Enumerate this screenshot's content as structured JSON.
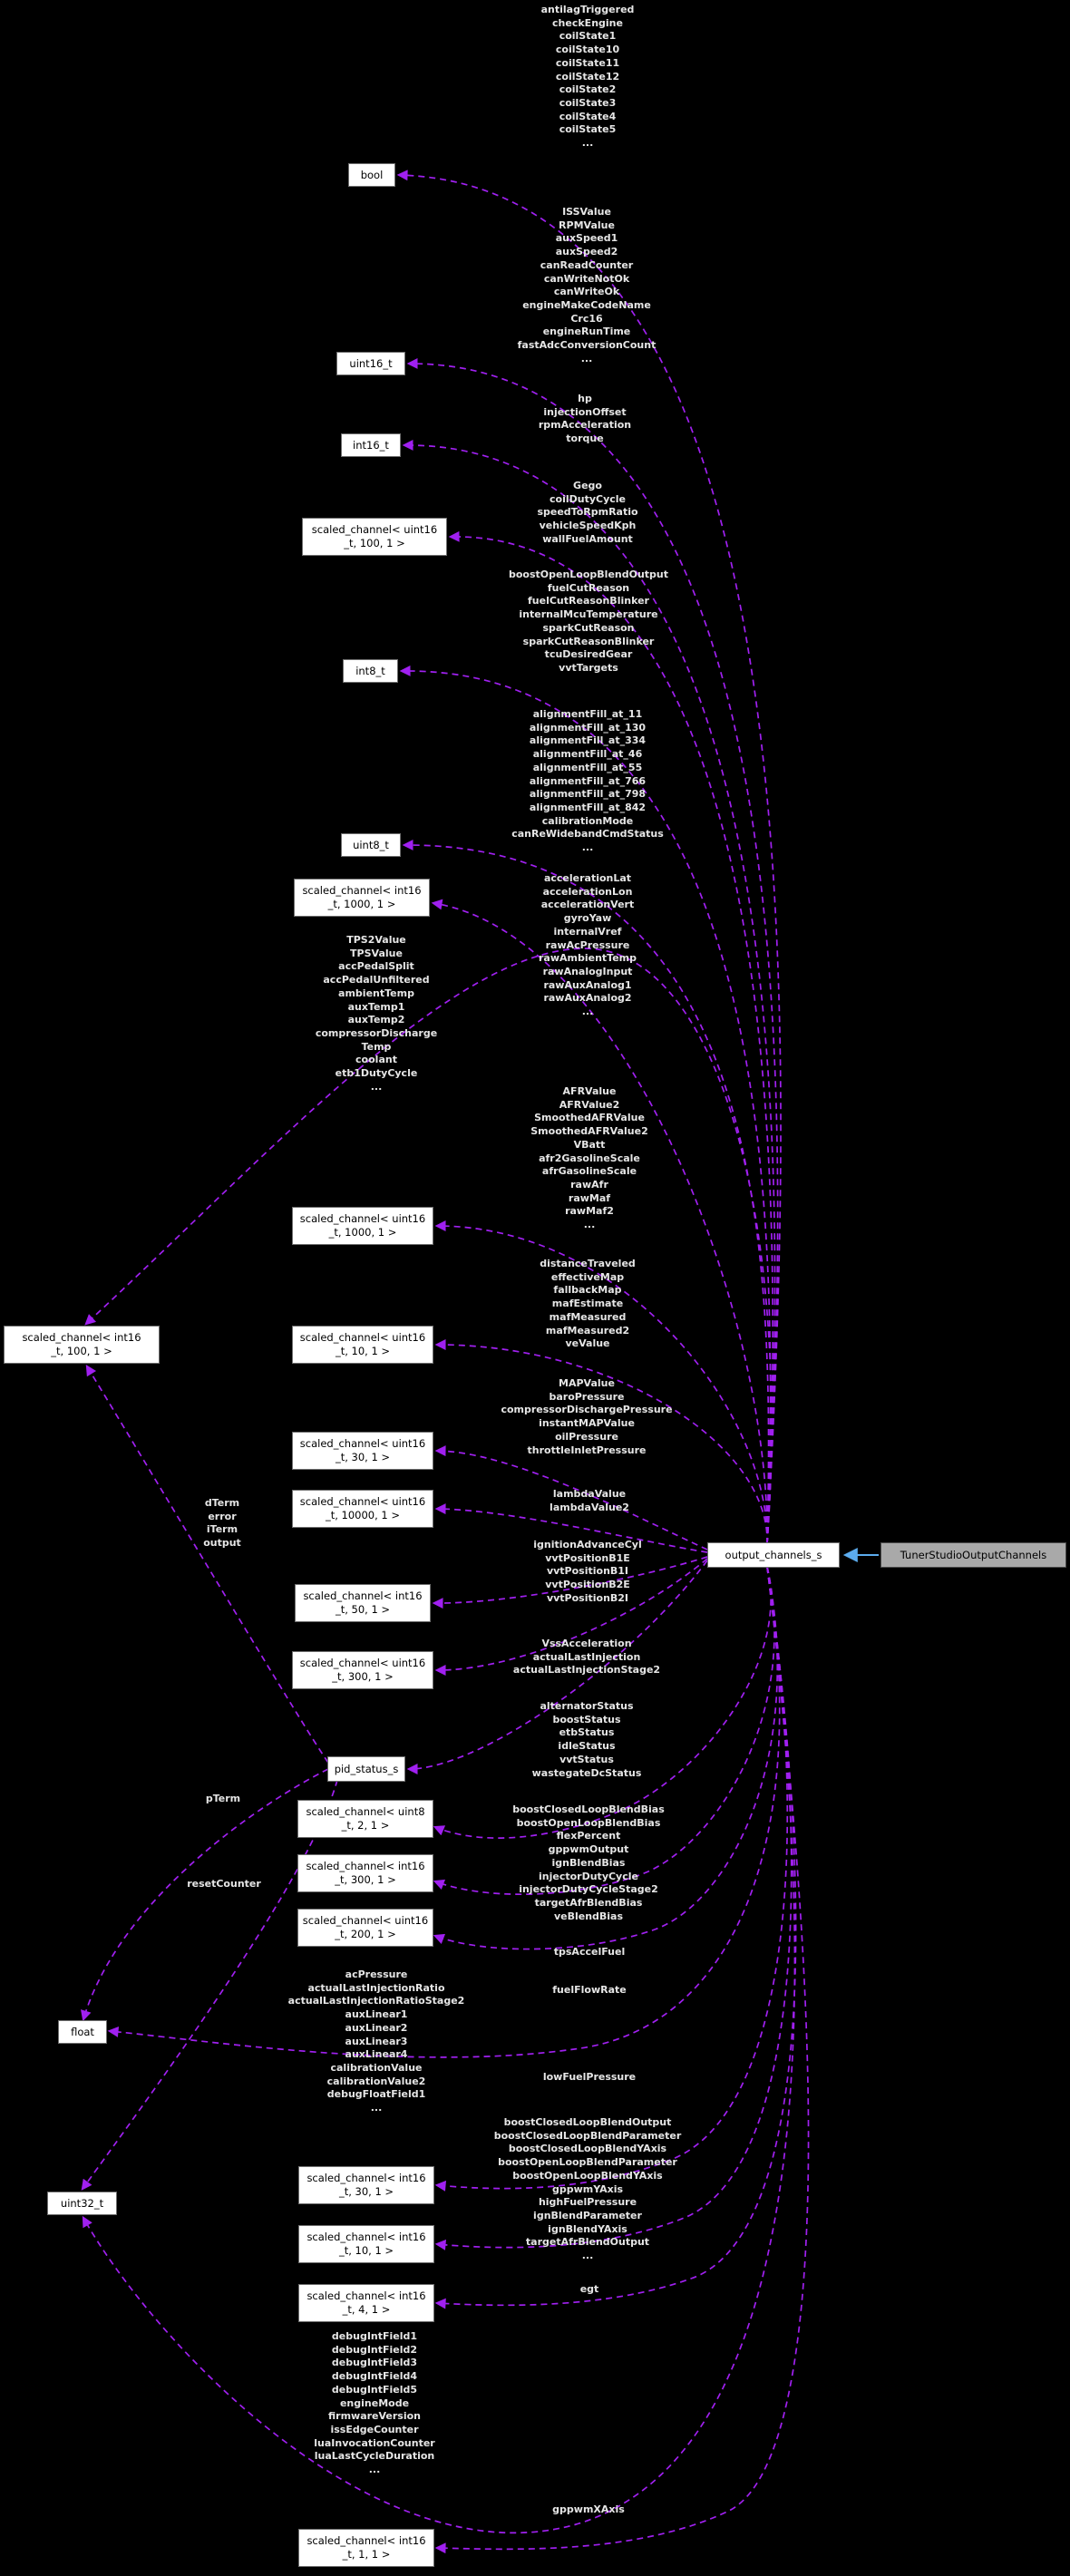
{
  "diagram": {
    "title": "Collaboration graph for output_channels_s",
    "colors": {
      "background": "#000000",
      "member_edge": "#a020f0",
      "inherit_edge": "#5cacee",
      "node_background": "#ffffff",
      "node_border": "#6f6f6f",
      "external_node_background": "#a9a9a9",
      "edge_label_text": "#e6e6e6",
      "node_text": "#000000"
    },
    "nodes": [
      {
        "id": "bool",
        "lines": [
          "bool"
        ]
      },
      {
        "id": "uint16_t",
        "lines": [
          "uint16_t"
        ]
      },
      {
        "id": "int16_t",
        "lines": [
          "int16_t"
        ]
      },
      {
        "id": "sc_uint16_100",
        "lines": [
          "scaled_channel< uint16",
          "_t, 100, 1 >"
        ]
      },
      {
        "id": "int8_t",
        "lines": [
          "int8_t"
        ]
      },
      {
        "id": "uint8_t",
        "lines": [
          "uint8_t"
        ]
      },
      {
        "id": "sc_int16_1000",
        "lines": [
          "scaled_channel< int16",
          "_t, 1000, 1 >"
        ]
      },
      {
        "id": "sc_uint16_1000",
        "lines": [
          "scaled_channel< uint16",
          "_t, 1000, 1 >"
        ]
      },
      {
        "id": "sc_uint16_10",
        "lines": [
          "scaled_channel< uint16",
          "_t, 10, 1 >"
        ]
      },
      {
        "id": "sc_int16_100",
        "lines": [
          "scaled_channel< int16",
          "_t, 100, 1 >"
        ]
      },
      {
        "id": "sc_uint16_30",
        "lines": [
          "scaled_channel< uint16",
          "_t, 30, 1 >"
        ]
      },
      {
        "id": "sc_uint16_10000",
        "lines": [
          "scaled_channel< uint16",
          "_t, 10000, 1 >"
        ]
      },
      {
        "id": "output_channels_s",
        "lines": [
          "output_channels_s"
        ]
      },
      {
        "id": "tunerstudio_output_channels",
        "lines": [
          "TunerStudioOutputChannels"
        ]
      },
      {
        "id": "sc_int16_50",
        "lines": [
          "scaled_channel< int16",
          "_t, 50, 1 >"
        ]
      },
      {
        "id": "sc_uint16_300",
        "lines": [
          "scaled_channel< uint16",
          "_t, 300, 1 >"
        ]
      },
      {
        "id": "pid_status_s",
        "lines": [
          "pid_status_s"
        ]
      },
      {
        "id": "sc_uint8_2",
        "lines": [
          "scaled_channel< uint8",
          "_t, 2, 1 >"
        ]
      },
      {
        "id": "sc_int16_300",
        "lines": [
          "scaled_channel< int16",
          "_t, 300, 1 >"
        ]
      },
      {
        "id": "sc_uint16_200",
        "lines": [
          "scaled_channel< uint16",
          "_t, 200, 1 >"
        ]
      },
      {
        "id": "float",
        "lines": [
          "float"
        ]
      },
      {
        "id": "sc_int16_30",
        "lines": [
          "scaled_channel< int16",
          "_t, 30, 1 >"
        ]
      },
      {
        "id": "sc_int16_10",
        "lines": [
          "scaled_channel< int16",
          "_t, 10, 1 >"
        ]
      },
      {
        "id": "uint32_t",
        "lines": [
          "uint32_t"
        ]
      },
      {
        "id": "sc_int16_4",
        "lines": [
          "scaled_channel< int16",
          "_t, 4, 1 >"
        ]
      },
      {
        "id": "sc_int16_1",
        "lines": [
          "scaled_channel< int16",
          "_t, 1, 1 >"
        ]
      }
    ],
    "edge_labels": [
      {
        "id": "bool_fields",
        "lines": [
          "antilagTriggered",
          "checkEngine",
          "coilState1",
          "coilState10",
          "coilState11",
          "coilState12",
          "coilState2",
          "coilState3",
          "coilState4",
          "coilState5",
          "..."
        ]
      },
      {
        "id": "uint16_fields",
        "lines": [
          "ISSValue",
          "RPMValue",
          "auxSpeed1",
          "auxSpeed2",
          "canReadCounter",
          "canWriteNotOk",
          "canWriteOk",
          "engineMakeCodeName",
          "Crc16",
          "engineRunTime",
          "fastAdcConversionCount",
          "..."
        ]
      },
      {
        "id": "int16_fields",
        "lines": [
          "hp",
          "injectionOffset",
          "rpmAcceleration",
          "torque"
        ]
      },
      {
        "id": "sc_uint16_100_fields",
        "lines": [
          "Gego",
          "coilDutyCycle",
          "speedToRpmRatio",
          "vehicleSpeedKph",
          "wallFuelAmount"
        ]
      },
      {
        "id": "int8_fields",
        "lines": [
          "boostOpenLoopBlendOutput",
          "fuelCutReason",
          "fuelCutReasonBlinker",
          "internalMcuTemperature",
          "sparkCutReason",
          "sparkCutReasonBlinker",
          "tcuDesiredGear",
          "vvtTargets"
        ]
      },
      {
        "id": "uint8_fields",
        "lines": [
          "alignmentFill_at_11",
          "alignmentFill_at_130",
          "alignmentFill_at_334",
          "alignmentFill_at_46",
          "alignmentFill_at_55",
          "alignmentFill_at_766",
          "alignmentFill_at_798",
          "alignmentFill_at_842",
          "calibrationMode",
          "canReWidebandCmdStatus",
          "..."
        ]
      },
      {
        "id": "sc_int16_1000_fields",
        "lines": [
          "accelerationLat",
          "accelerationLon",
          "accelerationVert",
          "gyroYaw",
          "internalVref",
          "rawAcPressure",
          "rawAmbientTemp",
          "rawAnalogInput",
          "rawAuxAnalog1",
          "rawAuxAnalog2",
          "..."
        ]
      },
      {
        "id": "sc_int16_100_fields",
        "lines": [
          "TPS2Value",
          "TPSValue",
          "accPedalSplit",
          "accPedalUnfiltered",
          "ambientTemp",
          "auxTemp1",
          "auxTemp2",
          "compressorDischarge",
          "Temp",
          "coolant",
          "etb1DutyCycle",
          "..."
        ]
      },
      {
        "id": "sc_uint16_1000_fields",
        "lines": [
          "AFRValue",
          "AFRValue2",
          "SmoothedAFRValue",
          "SmoothedAFRValue2",
          "VBatt",
          "afr2GasolineScale",
          "afrGasolineScale",
          "rawAfr",
          "rawMaf",
          "rawMaf2",
          "..."
        ]
      },
      {
        "id": "sc_uint16_10_fields",
        "lines": [
          "distanceTraveled",
          "effectiveMap",
          "fallbackMap",
          "mafEstimate",
          "mafMeasured",
          "mafMeasured2",
          "veValue"
        ]
      },
      {
        "id": "sc_uint16_30_fields",
        "lines": [
          "MAPValue",
          "baroPressure",
          "compressorDischargePressure",
          "instantMAPValue",
          "oilPressure",
          "throttleInletPressure"
        ]
      },
      {
        "id": "sc_uint16_10000_fields",
        "lines": [
          "lambdaValue",
          "lambdaValue2"
        ]
      },
      {
        "id": "sc_int16_50_fields",
        "lines": [
          "ignitionAdvanceCyl",
          "vvtPositionB1E",
          "vvtPositionB1I",
          "vvtPositionB2E",
          "vvtPositionB2I"
        ]
      },
      {
        "id": "sc_uint16_300_fields",
        "lines": [
          "VssAcceleration",
          "actualLastInjection",
          "actualLastInjectionStage2"
        ]
      },
      {
        "id": "pid_fields",
        "lines": [
          "alternatorStatus",
          "boostStatus",
          "etbStatus",
          "idleStatus",
          "vvtStatus",
          "wastegateDcStatus"
        ]
      },
      {
        "id": "sc_uint8_2_fields",
        "lines": [
          "boostClosedLoopBlendBias",
          "boostOpenLoopBlendBias",
          "flexPercent",
          "gppwmOutput",
          "ignBlendBias",
          "injectorDutyCycle",
          "injectorDutyCycleStage2",
          "targetAfrBlendBias",
          "veBlendBias"
        ]
      },
      {
        "id": "sc_int16_300_fields",
        "lines": [
          "tpsAccelFuel"
        ]
      },
      {
        "id": "sc_uint16_200_fields",
        "lines": [
          "fuelFlowRate"
        ]
      },
      {
        "id": "float_fields",
        "lines": [
          "acPressure",
          "actualLastInjectionRatio",
          "actualLastInjectionRatioStage2",
          "auxLinear1",
          "auxLinear2",
          "auxLinear3",
          "auxLinear4",
          "calibrationValue",
          "calibrationValue2",
          "debugFloatField1",
          "..."
        ]
      },
      {
        "id": "sc_int16_30_fields",
        "lines": [
          "lowFuelPressure"
        ]
      },
      {
        "id": "sc_int16_10_fields",
        "lines": [
          "boostClosedLoopBlendOutput",
          "boostClosedLoopBlendParameter",
          "boostClosedLoopBlendYAxis",
          "boostOpenLoopBlendParameter",
          "boostOpenLoopBlendYAxis",
          "gppwmYAxis",
          "highFuelPressure",
          "ignBlendParameter",
          "ignBlendYAxis",
          "targetAfrBlendOutput",
          "..."
        ]
      },
      {
        "id": "sc_int16_4_fields",
        "lines": [
          "egt"
        ]
      },
      {
        "id": "uint32_fields",
        "lines": [
          "debugIntField1",
          "debugIntField2",
          "debugIntField3",
          "debugIntField4",
          "debugIntField5",
          "engineMode",
          "firmwareVersion",
          "issEdgeCounter",
          "luaInvocationCounter",
          "luaLastCycleDuration",
          "..."
        ]
      },
      {
        "id": "sc_int16_1_fields",
        "lines": [
          "gppwmXAxis"
        ]
      },
      {
        "id": "pid_dterm_fields",
        "lines": [
          "dTerm",
          "error",
          "iTerm",
          "output"
        ]
      },
      {
        "id": "pid_pterm_fields",
        "lines": [
          "pTerm"
        ]
      },
      {
        "id": "pid_resetcounter_fields",
        "lines": [
          "resetCounter"
        ]
      }
    ]
  }
}
